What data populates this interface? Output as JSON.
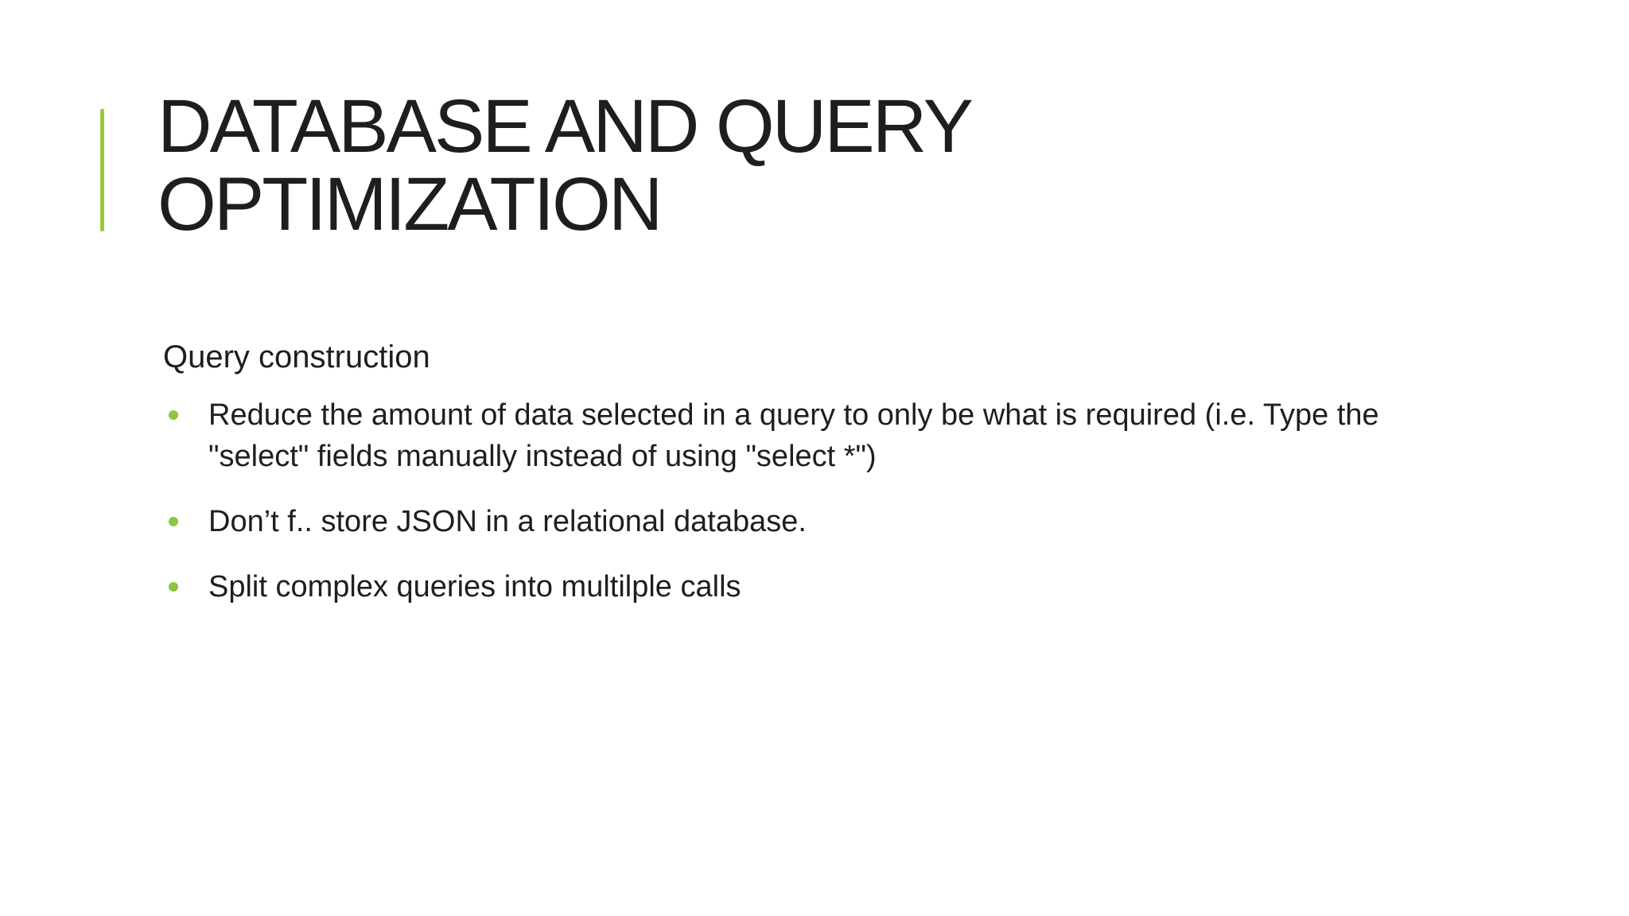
{
  "slide": {
    "title": "DATABASE AND QUERY OPTIMIZATION",
    "body_heading": "Query construction",
    "bullets": [
      "Reduce the amount of data selected in a query to only be what is required (i.e. Type the \"select\" fields manually instead of using \"select *\")",
      "Don’t f.. store JSON in a relational database.",
      "Split complex queries into multilple calls"
    ],
    "colors": {
      "background": "#FFFFFF",
      "text": "#1E1E1E",
      "accent_green": "#8DC63F",
      "accent_bar_green": "#97C93D"
    }
  }
}
